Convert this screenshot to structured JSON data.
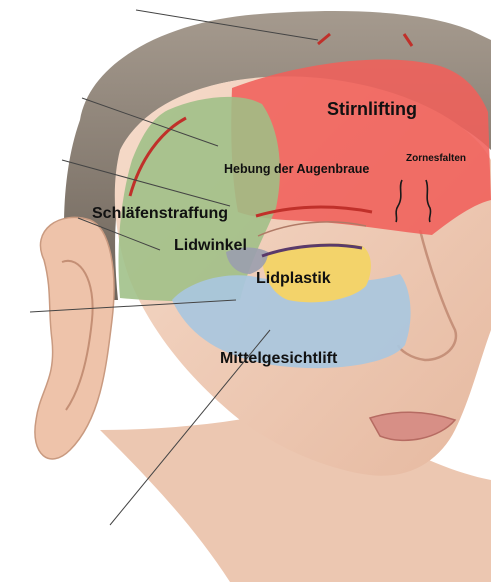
{
  "labels": {
    "stirnlifting": "Stirnlifting",
    "hebung_augenbraue": "Hebung der Augenbraue",
    "zornesfalten": "Zornesfalten",
    "schlaefenstraffung": "Schläfenstraffung",
    "lidwinkel": "Lidwinkel",
    "lidplastik": "Lidplastik",
    "mittelgesichtlift": "Mittelgesichtlift"
  },
  "colors": {
    "stirnlifting_region": "#f0605a",
    "schlaefen_region": "#9ebf86",
    "lidplastik_region": "#f3d36a",
    "mittelgesicht_region": "#a9c7de",
    "lidwinkel_region": "#9a9fae",
    "skin": "#f1d3bf",
    "hair": "#8a7f74",
    "incision": "#c0302a"
  }
}
